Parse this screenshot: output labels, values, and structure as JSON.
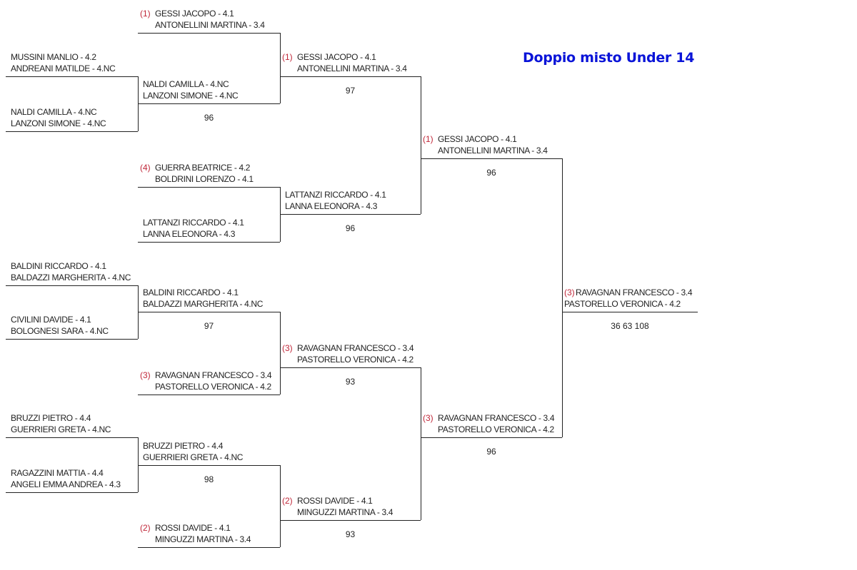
{
  "title": "Doppio misto Under 14",
  "colors": {
    "seed": "#c0283a",
    "title": "#0a14d8",
    "line": "#222222"
  },
  "round1": [
    {
      "player1": "MUSSINI MANLIO - 4.2",
      "player2": "ANDREANI MATILDE - 4.NC"
    },
    {
      "player1": "NALDI CAMILLA - 4.NC",
      "player2": "LANZONI SIMONE - 4.NC"
    },
    {
      "player1": "BALDINI RICCARDO - 4.1",
      "player2": "BALDAZZI MARGHERITA - 4.NC"
    },
    {
      "player1": "CIVILINI DAVIDE - 4.1",
      "player2": "BOLOGNESI SARA - 4.NC"
    },
    {
      "player1": "BRUZZI PIETRO - 4.4",
      "player2": "GUERRIERI GRETA - 4.NC"
    },
    {
      "player1": "RAGAZZINI MATTIA - 4.4",
      "player2": "ANGELI EMMA ANDREA - 4.3"
    }
  ],
  "round2": [
    {
      "seed": "(1)",
      "player1": "GESSI JACOPO - 4.1",
      "player2": "ANTONELLINI MARTINA - 3.4"
    },
    {
      "player1": "NALDI CAMILLA - 4.NC",
      "player2": "LANZONI SIMONE - 4.NC",
      "score": "96"
    },
    {
      "seed": "(4)",
      "player1": "GUERRA BEATRICE - 4.2",
      "player2": "BOLDRINI LORENZO - 4.1"
    },
    {
      "player1": "LATTANZI RICCARDO - 4.1",
      "player2": "LANNA ELEONORA - 4.3"
    },
    {
      "player1": "BALDINI RICCARDO - 4.1",
      "player2": "BALDAZZI MARGHERITA - 4.NC",
      "score": "97"
    },
    {
      "seed": "(3)",
      "player1": "RAVAGNAN FRANCESCO - 3.4",
      "player2": "PASTORELLO VERONICA - 4.2"
    },
    {
      "player1": "BRUZZI PIETRO - 4.4",
      "player2": "GUERRIERI GRETA - 4.NC",
      "score": "98"
    },
    {
      "seed": "(2)",
      "player1": "ROSSI DAVIDE - 4.1",
      "player2": "MINGUZZI MARTINA - 3.4"
    }
  ],
  "quarterfinals": [
    {
      "seed": "(1)",
      "player1": "GESSI JACOPO - 4.1",
      "player2": "ANTONELLINI MARTINA - 3.4",
      "score": "97"
    },
    {
      "player1": "LATTANZI RICCARDO - 4.1",
      "player2": "LANNA ELEONORA - 4.3",
      "score": "96"
    },
    {
      "seed": "(3)",
      "player1": "RAVAGNAN FRANCESCO - 3.4",
      "player2": "PASTORELLO VERONICA - 4.2",
      "score": "93"
    },
    {
      "seed": "(2)",
      "player1": "ROSSI DAVIDE - 4.1",
      "player2": "MINGUZZI MARTINA - 3.4",
      "score": "93"
    }
  ],
  "semifinals": [
    {
      "seed": "(1)",
      "player1": "GESSI JACOPO - 4.1",
      "player2": "ANTONELLINI MARTINA - 3.4",
      "score": "96"
    },
    {
      "seed": "(3)",
      "player1": "RAVAGNAN FRANCESCO - 3.4",
      "player2": "PASTORELLO VERONICA - 4.2",
      "score": "96"
    }
  ],
  "winner": {
    "seed": "(3)",
    "player1": "RAVAGNAN FRANCESCO - 3.4",
    "player2": "PASTORELLO VERONICA - 4.2",
    "score": "36 63 108"
  }
}
